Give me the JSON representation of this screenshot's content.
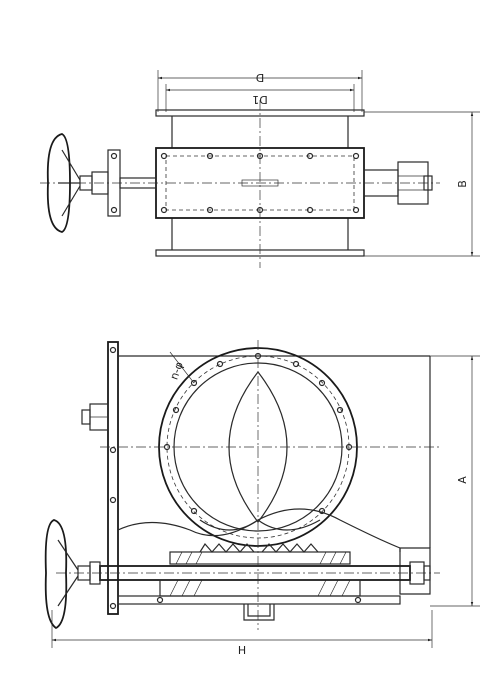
{
  "dimensions": {
    "D": "D",
    "D1": "D1",
    "B": "B",
    "A": "A",
    "H": "H",
    "nd": "n-φ"
  }
}
